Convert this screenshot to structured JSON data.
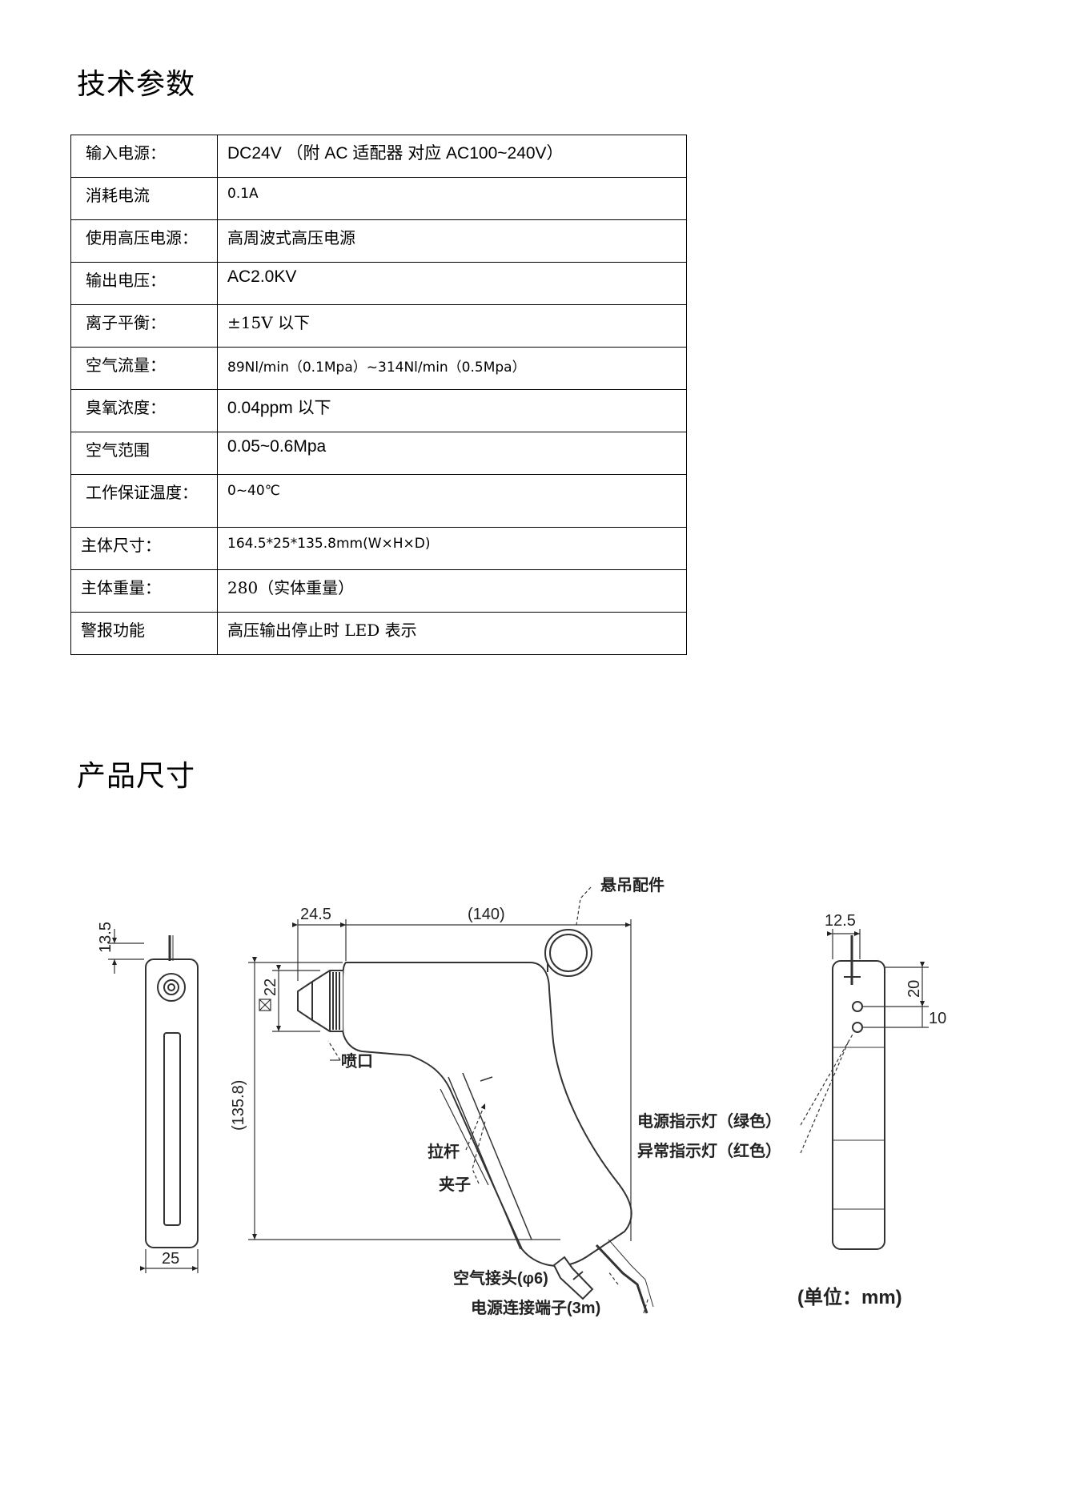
{
  "headings": {
    "spec": "技术参数",
    "dimensions": "产品尺寸"
  },
  "spec_table": [
    {
      "label": "输入电源：",
      "value": "DC24V （附 AC 适配器 对应 AC100~240V）"
    },
    {
      "label": "消耗电流",
      "value": "0.1A"
    },
    {
      "label": "使用高压电源：",
      "value": "高周波式高压电源"
    },
    {
      "label": "输出电压：",
      "value": "AC2.0KV"
    },
    {
      "label": "离子平衡：",
      "value": "±15V 以下"
    },
    {
      "label": "空气流量：",
      "value": "89Nl/min（0.1Mpa）~314Nl/min（0.5Mpa）"
    },
    {
      "label": "臭氧浓度：",
      "value": "0.04ppm 以下"
    },
    {
      "label": "空气范围",
      "value": "0.05~0.6Mpa"
    },
    {
      "label": "工作保证温度：",
      "value": "0~40℃"
    },
    {
      "label": "主体尺寸：",
      "value": "164.5*25*135.8mm(W×H×D)"
    },
    {
      "label": "主体重量：",
      "value": "280（实体重量）"
    },
    {
      "label": "警报功能",
      "value": "高压输出停止时 LED 表示"
    }
  ],
  "drawing": {
    "dims": {
      "left_top": "13.5",
      "left_width": "25",
      "nozzle_len": "24.5",
      "body_len": "(140)",
      "nozzle_dia": "22",
      "height": "(135.8)",
      "right_width": "12.5",
      "right_a": "20",
      "right_b": "10"
    },
    "callouts": {
      "hanger": "悬吊配件",
      "nozzle": "喷口",
      "lever": "拉杆",
      "clip": "夹子",
      "power_led": "电源指示灯（绿色）",
      "alarm_led": "异常指示灯（红色）",
      "air_joint": "空气接头(φ6)",
      "power_cable": "电源连接端子(3m)"
    },
    "unit": "(单位：mm)"
  }
}
